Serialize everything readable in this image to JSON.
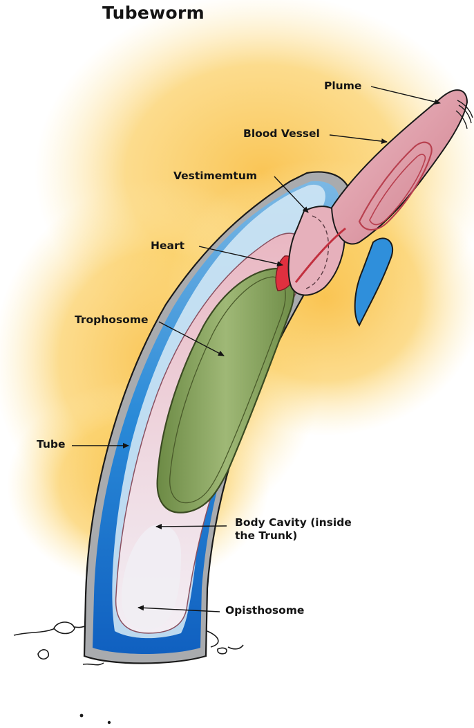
{
  "title": "Tubeworm",
  "labels": {
    "plume": "Plume",
    "blood_vessel": "Blood Vessel",
    "vestimentum": "Vestimemtum",
    "heart": "Heart",
    "trophosome": "Trophosome",
    "tube": "Tube",
    "body_cavity": "Body Cavity (inside\nthe Trunk)",
    "opisthosome": "Opisthosome"
  },
  "colors": {
    "background_glow": "#fbd067",
    "tube_wall": "#a9abae",
    "tube_blue": "#1f86d6",
    "tube_light": "#cfe6f4",
    "trunk_pink": "#e8c3cc",
    "cavity_white": "#f1eef3",
    "trophosome_green": "#7f9c52",
    "plume_pink": "#d98b97",
    "heart_red": "#e0303f"
  }
}
